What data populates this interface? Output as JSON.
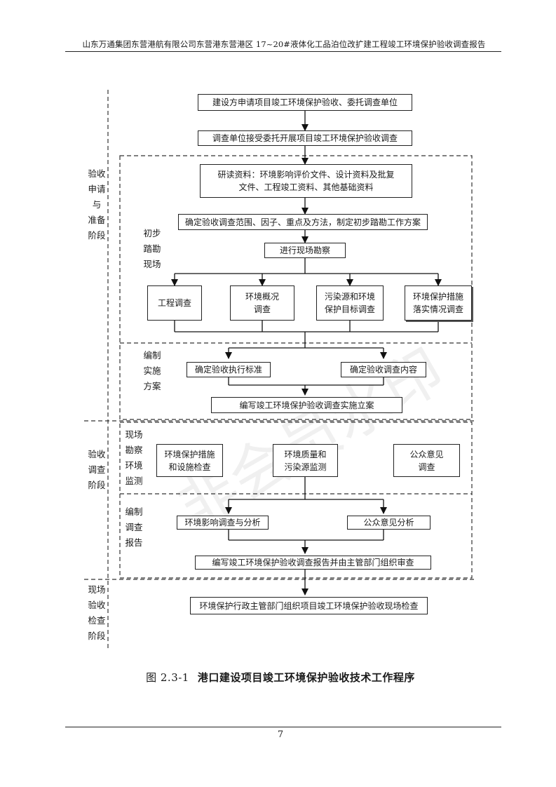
{
  "header": {
    "title": "山东万通集团东营港航有限公司东营港东营港区 17~20#液体化工品泊位改扩建工程竣工环境保护验收调查报告"
  },
  "stages": {
    "stage1": "验收\n申请\n与\n准备\n阶段",
    "stage2": "验收\n调查\n阶段",
    "stage3": "现场\n验收\n检查\n阶段"
  },
  "sub_stages": {
    "initial_survey": "初步\n踏勘\n现场",
    "plan": "编制\n实施\n方案",
    "field_monitor": "现场\n勘察\n环境\n监测",
    "report": "编制\n调查\n报告"
  },
  "nodes": {
    "apply": "建设方申请项目竣工环境保护验收、委托调查单位",
    "accept": "调查单位接受委托开展项目竣工环境保护验收调查",
    "read_docs": "研读资料：环境影响评价文件、设计资料及批复\n文件、工程竣工资料、其他基础资料",
    "determine_scope": "确定验收调查范围、因子、重点及方法，制定初步踏勘工作方案",
    "field_survey": "进行现场勘察",
    "engineering": "工程调查",
    "environment_overview": "环境概况\n调查",
    "pollution_source": "污染源和环境\n保护目标调查",
    "measures_implementation": "环境保护措施\n落实情况调查",
    "standard": "确定验收执行标准",
    "content": "确定验收调查内容",
    "write_plan": "编写竣工环境保护验收调查实施立案",
    "facility_check": "环境保护措施\n和设施检查",
    "quality_monitor": "环境质量和\n污染源监测",
    "public_opinion": "公众意见\n调查",
    "impact_analysis": "环境影响调查与分析",
    "public_analysis": "公众意见分析",
    "write_report": "编写竣工环境保护验收调查报告并由主管部门组织审查",
    "site_inspection": "环境保护行政主管部门组织项目竣工环境保护验收现场检查"
  },
  "caption": {
    "number": "图 2.3-1",
    "title": "港口建设项目竣工环境保护验收技术工作程序"
  },
  "watermark": "非会员水印",
  "page_number": "7"
}
